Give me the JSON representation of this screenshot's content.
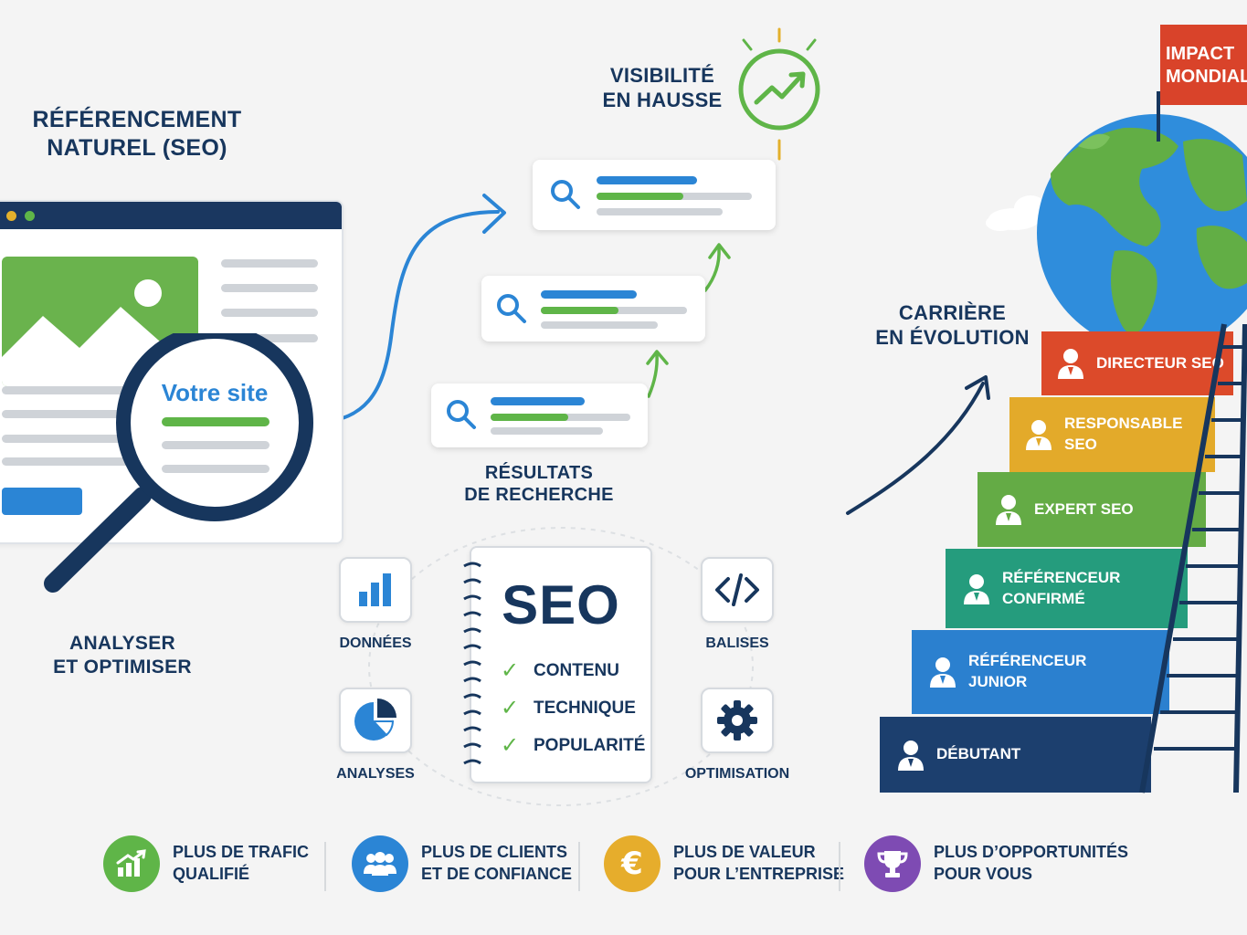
{
  "header": {
    "seo_title_line1": "RÉFÉRENCEMENT",
    "seo_title_line2": "NATUREL (SEO)",
    "visibility_line1": "VISIBILITÉ",
    "visibility_line2": "EN HAUSSE",
    "career_line1": "CARRIÈRE",
    "career_line2": "EN ÉVOLUTION"
  },
  "site_panel": {
    "magnifier_text": "Votre site",
    "caption_line1": "ANALYSER",
    "caption_line2": "ET OPTIMISER"
  },
  "search_results": {
    "caption_line1": "RÉSULTATS",
    "caption_line2": "DE RECHERCHE"
  },
  "notebook": {
    "title": "SEO",
    "checklist": [
      "CONTENU",
      "TECHNIQUE",
      "POPULARITÉ"
    ]
  },
  "tools": {
    "data": "DONNÉES",
    "analytics": "ANALYSES",
    "tags": "BALISES",
    "optimization": "OPTIMISATION"
  },
  "flag": {
    "line1": "IMPACT",
    "line2": "MONDIAL",
    "color": "#d9432a"
  },
  "career_steps": [
    {
      "line1": "DIRECTEUR SEO",
      "line2": "",
      "color": "#dc4a2a"
    },
    {
      "line1": "RESPONSABLE",
      "line2": "SEO",
      "color": "#e3aa2a"
    },
    {
      "line1": "EXPERT SEO",
      "line2": "",
      "color": "#64ab45"
    },
    {
      "line1": "RÉFÉRENCEUR",
      "line2": "CONFIRMÉ",
      "color": "#259c7d"
    },
    {
      "line1": "RÉFÉRENCEUR",
      "line2": "JUNIOR",
      "color": "#2b80cf"
    },
    {
      "line1": "DÉBUTANT",
      "line2": "",
      "color": "#1c3f6e"
    }
  ],
  "benefits": [
    {
      "line1": "PLUS DE TRAFIC",
      "line2": "QUALIFIÉ",
      "icon": "growth-chart-icon",
      "color": "#5fb548"
    },
    {
      "line1": "PLUS DE CLIENTS",
      "line2": "ET DE CONFIANCE",
      "icon": "people-icon",
      "color": "#2b85d5"
    },
    {
      "line1": "PLUS DE VALEUR",
      "line2": "POUR L’ENTREPRISE",
      "icon": "euro-icon",
      "color": "#e6ad2c"
    },
    {
      "line1": "PLUS D’OPPORTUNITÉS",
      "line2": "POUR VOUS",
      "icon": "trophy-icon",
      "color": "#7e4bb3"
    }
  ],
  "colors": {
    "navy": "#17365d",
    "green": "#5fb548",
    "blue": "#2b85d5"
  }
}
